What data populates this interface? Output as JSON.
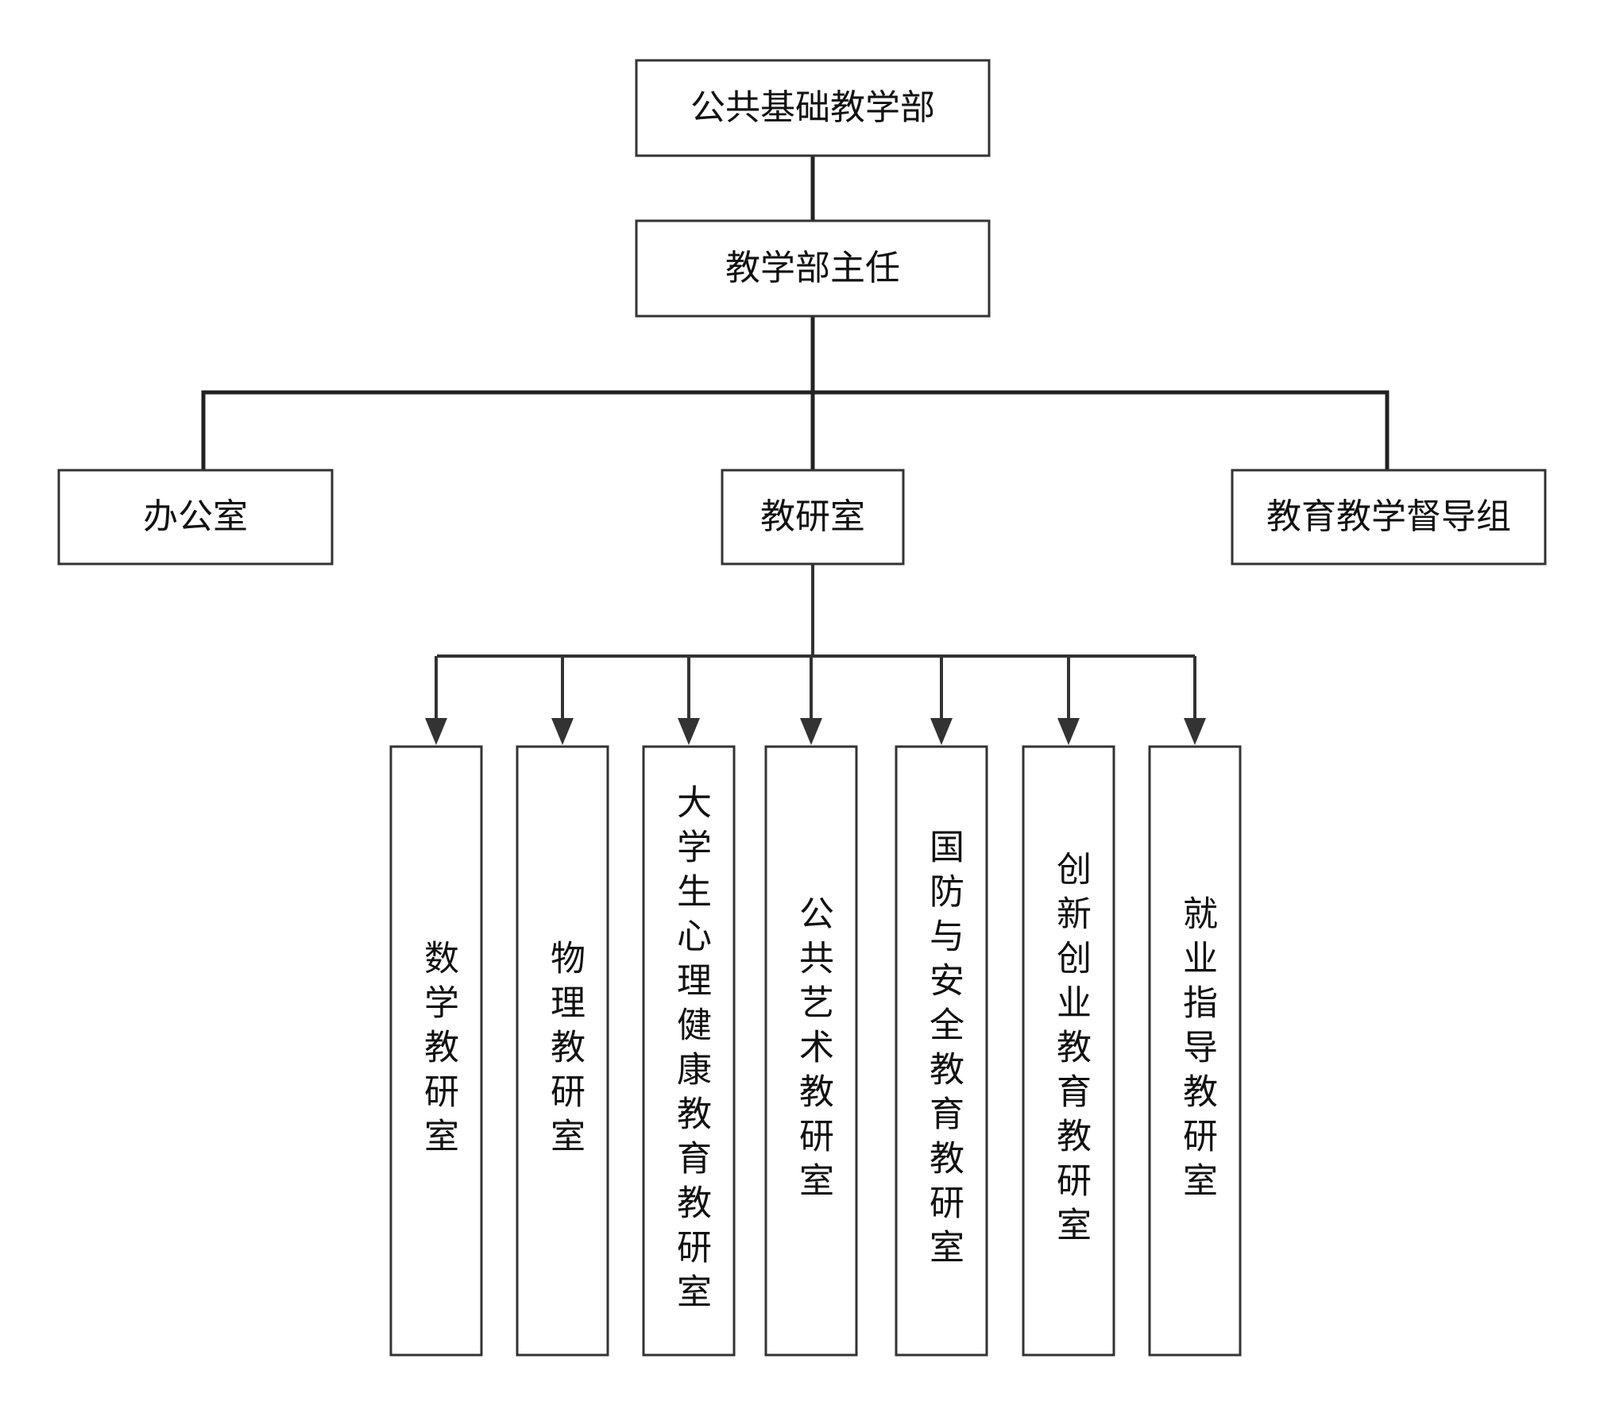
{
  "diagram": {
    "root": {
      "label": "公共基础教学部"
    },
    "director": {
      "label": "教学部主任"
    },
    "branches": [
      {
        "id": "office",
        "label": "办公室"
      },
      {
        "id": "research",
        "label": "教研室"
      },
      {
        "id": "supervision",
        "label": "教育教学督导组"
      }
    ],
    "research_units": [
      {
        "label": "数学教研室"
      },
      {
        "label": "物理教研室"
      },
      {
        "label": "大学生心理健康教育教研室"
      },
      {
        "label": "公共艺术教研室"
      },
      {
        "label": "国防与安全教育教研室"
      },
      {
        "label": "创新创业教育教研室"
      },
      {
        "label": "就业指导教研室"
      }
    ]
  }
}
